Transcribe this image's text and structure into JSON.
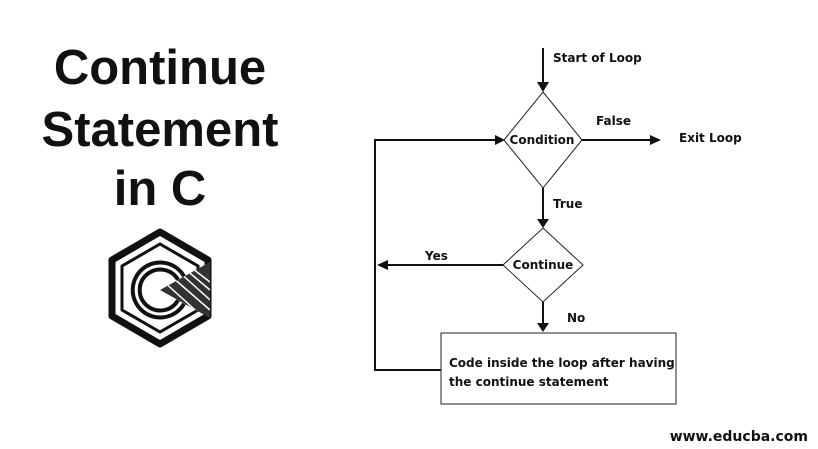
{
  "title": {
    "line1": "Continue",
    "line2": "Statement",
    "line3": "in C"
  },
  "flow": {
    "start": "Start of Loop",
    "condition": "Condition",
    "false_label": "False",
    "exit": "Exit Loop",
    "true_label": "True",
    "continue_node": "Continue",
    "yes_label": "Yes",
    "no_label": "No",
    "code_line1": "Code inside the loop after having",
    "code_line2": "the continue statement"
  },
  "footer": {
    "url": "www.educba.com"
  },
  "colors": {
    "ink": "#111111",
    "background": "#ffffff"
  },
  "icons": {
    "logo": "c-language-hexagon-logo"
  }
}
